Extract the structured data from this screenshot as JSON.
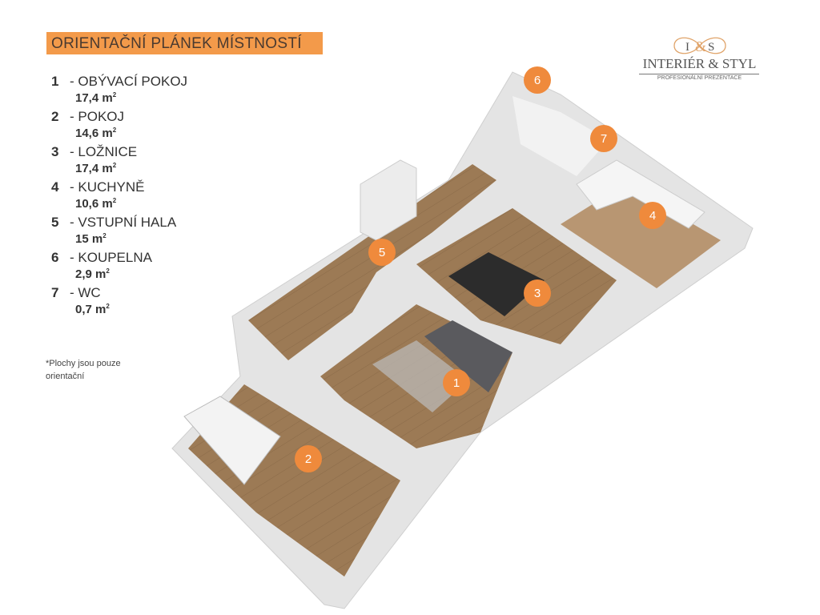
{
  "title": "ORIENTAČNÍ PLÁNEK MÍSTNOSTÍ",
  "rooms": [
    {
      "number": "1",
      "name": "- OBÝVACÍ POKOJ",
      "area": "17,4 m",
      "unit_sup": "2"
    },
    {
      "number": "2",
      "name": "- POKOJ",
      "area": "14,6 m",
      "unit_sup": "2"
    },
    {
      "number": "3",
      "name": "- LOŽNICE",
      "area": "17,4 m",
      "unit_sup": "2"
    },
    {
      "number": "4",
      "name": "- KUCHYNĚ",
      "area": "10,6 m",
      "unit_sup": "2"
    },
    {
      "number": "5",
      "name": "- VSTUPNÍ HALA",
      "area": "15 m",
      "unit_sup": "2"
    },
    {
      "number": "6",
      "name": "- KOUPELNA",
      "area": "2,9 m",
      "unit_sup": "2"
    },
    {
      "number": "7",
      "name": "- WC",
      "area": "0,7 m",
      "unit_sup": "2"
    }
  ],
  "note": "*Plochy jsou pouze orientační",
  "logo": {
    "monogram_left": "I",
    "monogram_amp": "&",
    "monogram_right": "S",
    "name": "INTERIÉR & STYL",
    "tagline": "PROFESIONÁLNÍ PREZENTACE"
  },
  "markers": [
    "1",
    "2",
    "3",
    "4",
    "5",
    "6",
    "7"
  ],
  "colors": {
    "accent": "#f39a4a",
    "marker": "#ef8a3c",
    "floor": "#9c7a55",
    "wall": "#e9e9e9"
  }
}
